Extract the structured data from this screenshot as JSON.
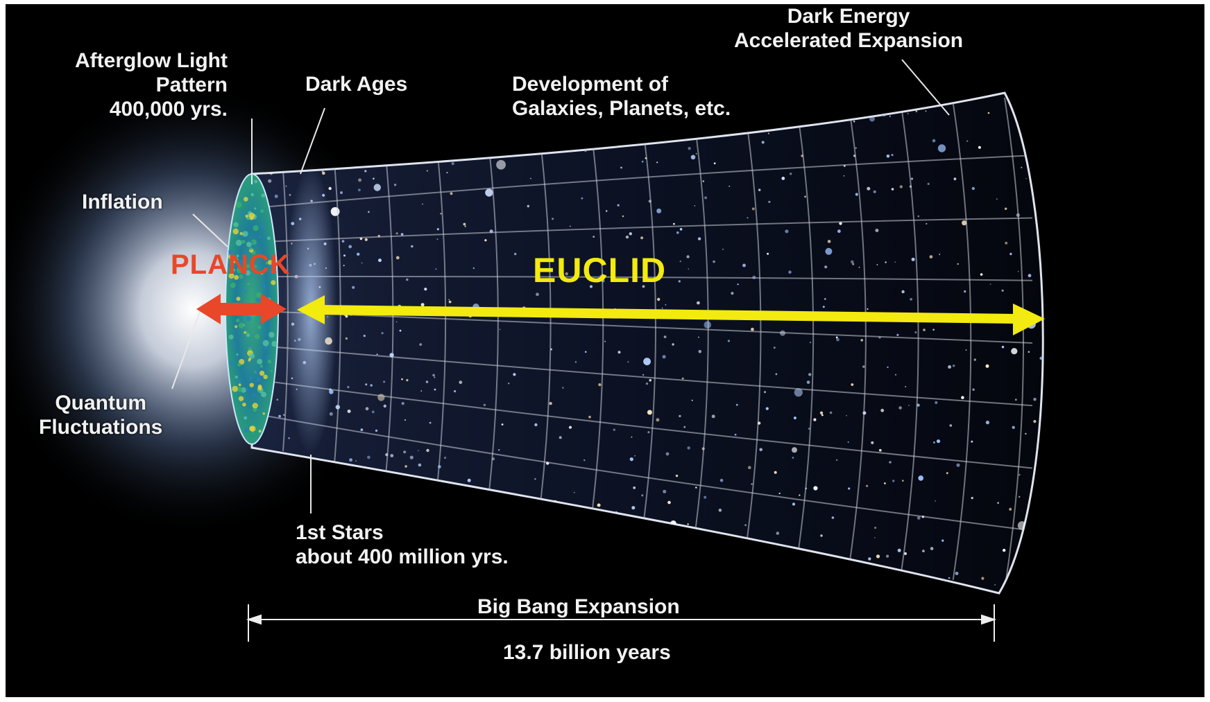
{
  "labels": {
    "afterglow": [
      "Afterglow Light",
      "Pattern",
      "400,000 yrs."
    ],
    "dark_ages": "Dark Ages",
    "development": [
      "Development of",
      "Galaxies, Planets, etc."
    ],
    "dark_energy": [
      "Dark Energy",
      "Accelerated Expansion"
    ],
    "inflation": "Inflation",
    "quantum": [
      "Quantum",
      "Fluctuations"
    ],
    "first_stars": [
      "1st Stars",
      "about 400 million yrs."
    ],
    "big_bang": "Big Bang Expansion",
    "duration": "13.7 billion years"
  },
  "missions": {
    "planck": "PLANCK",
    "euclid": "EUCLID"
  },
  "colors": {
    "background": "#000000",
    "label_text": "#f2f2f2",
    "planck": "#e8472a",
    "euclid": "#f3ea10",
    "grid_lines": "#c8ccd6",
    "cmb_disc": "#2a9d7a"
  }
}
